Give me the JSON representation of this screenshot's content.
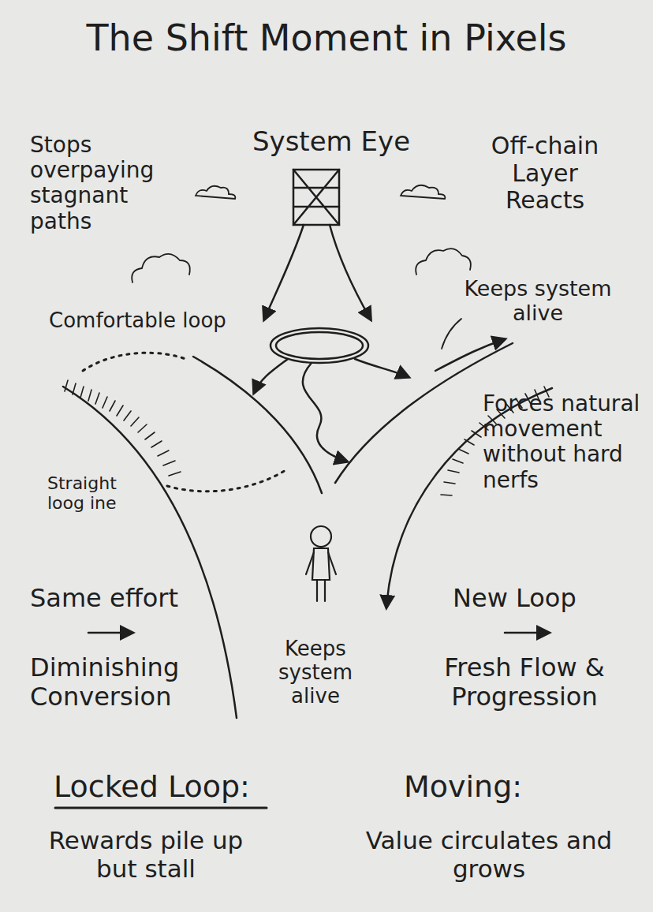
{
  "diagram": {
    "title": "The Shift Moment in Pixels",
    "labels": [
      "Stops overpaying stagnant paths",
      "System Eye",
      "Off-chain Layer Reacts",
      "Comfortable loop",
      "Keeps system alive",
      "Straight loog ine",
      "Forces natural movement without hard nerfs",
      "Same effort",
      "Diminishing Conversion",
      "Keeps system alive",
      "New Loop",
      "Fresh Flow & Progression",
      "Locked Loop:",
      "Moving:",
      "Rewards pile up but stall",
      "Value circulates and grows"
    ]
  }
}
